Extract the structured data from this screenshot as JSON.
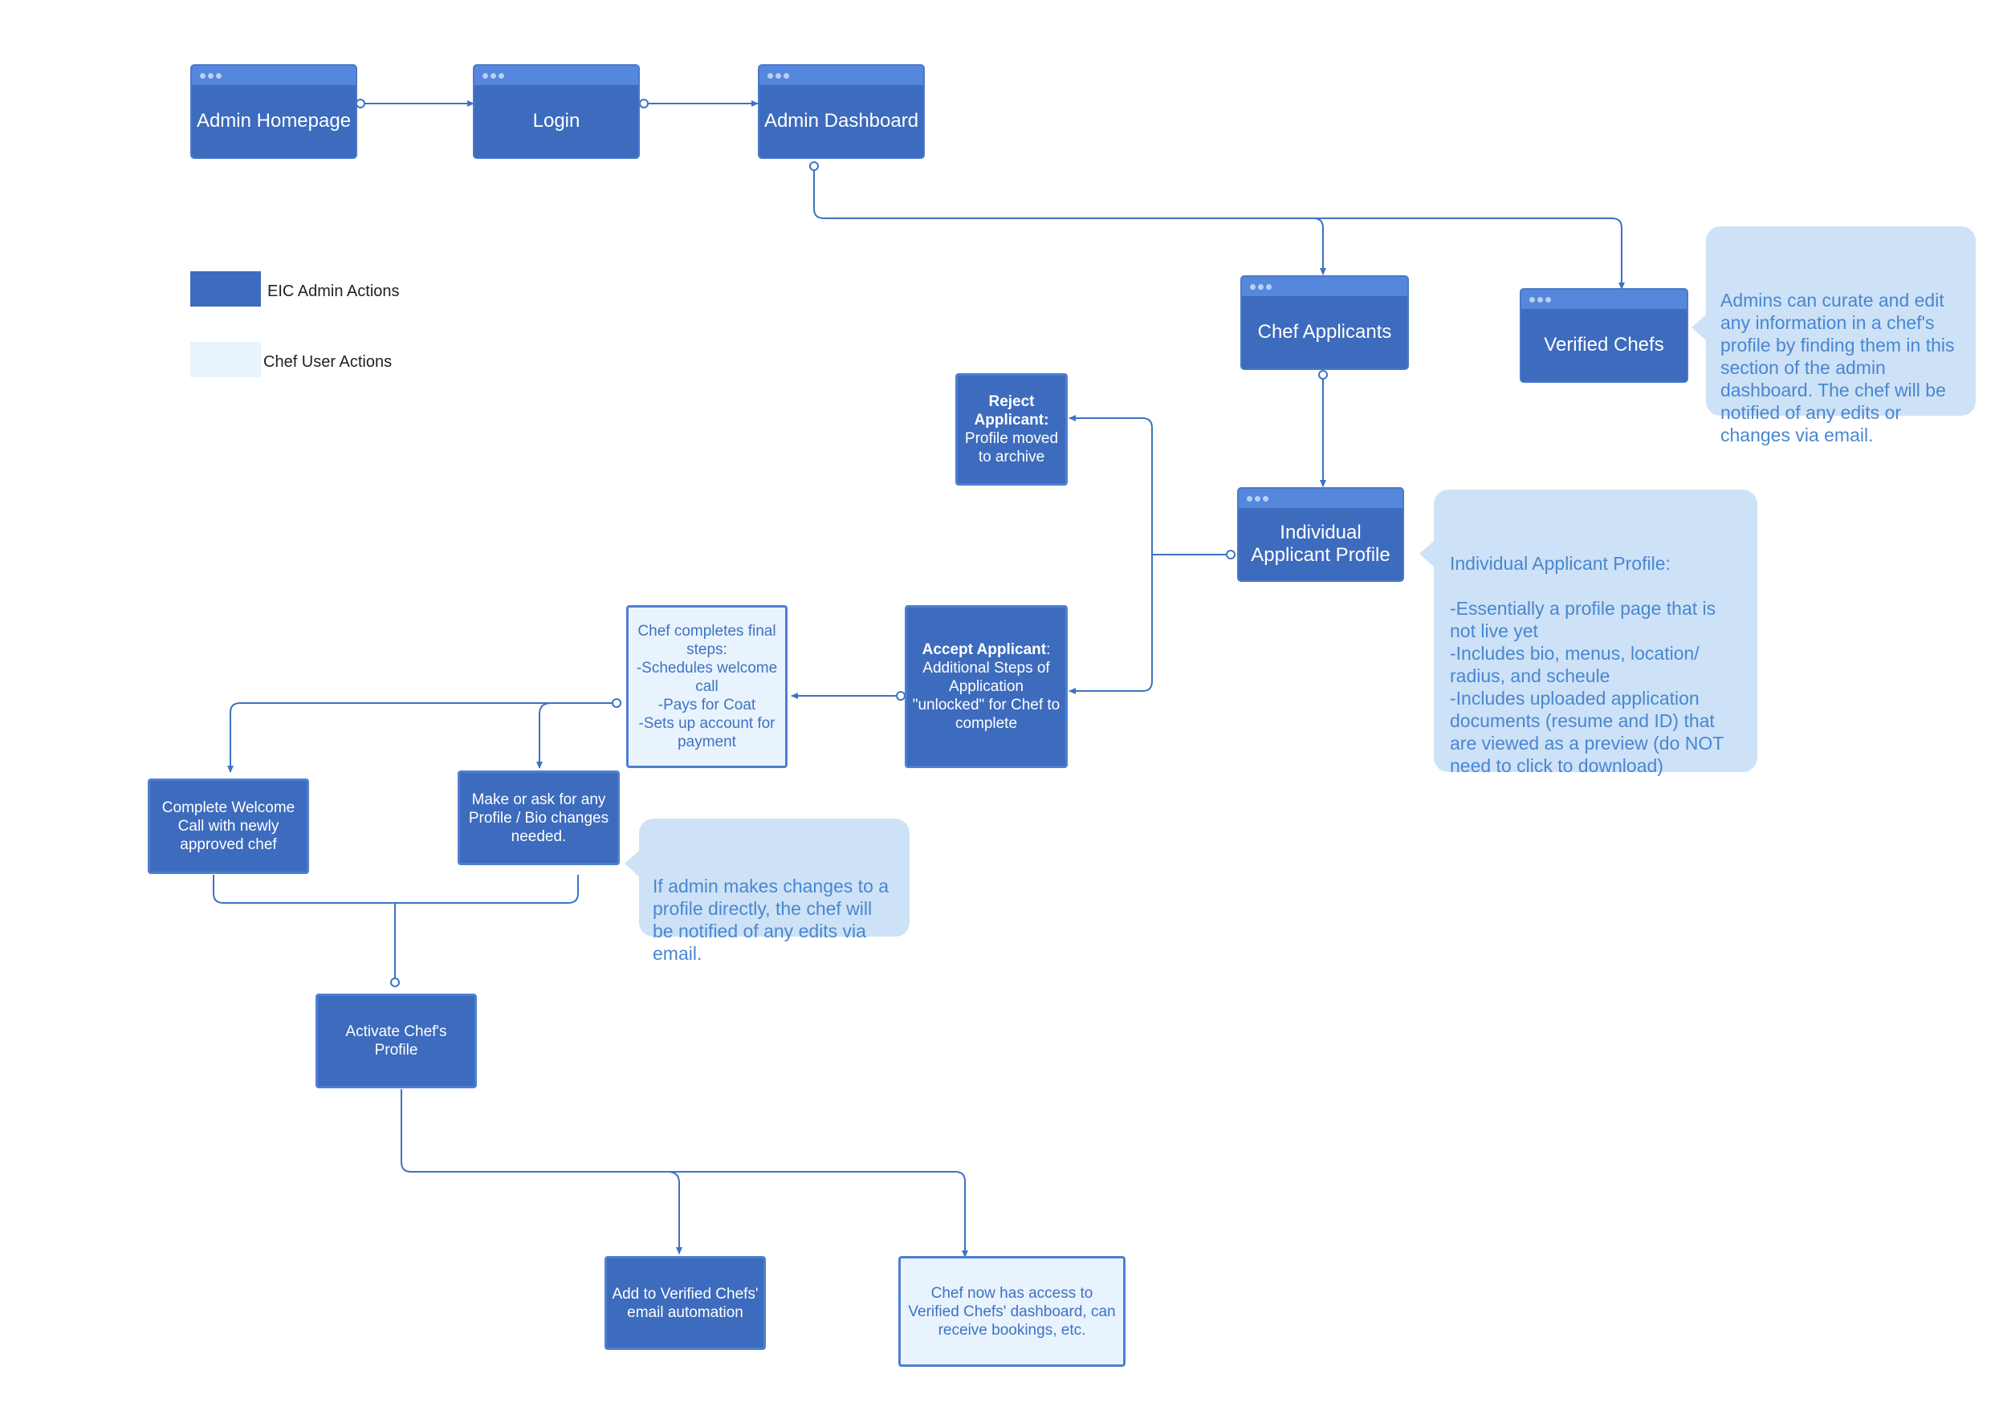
{
  "nodes": {
    "admin_homepage": "Admin Homepage",
    "login": "Login",
    "admin_dashboard": "Admin Dashboard",
    "chef_applicants": "Chef Applicants",
    "verified_chefs": "Verified Chefs",
    "individual_applicant_profile": "Individual Applicant Profile",
    "reject_title": "Reject Applicant:",
    "reject_body": "Profile moved to archive",
    "accept_title": "Accept Applicant",
    "accept_body": "Additional Steps of Application \"unlocked\" for Chef to complete",
    "chef_final_steps": "Chef completes final steps:\n-Schedules welcome call\n-Pays for Coat\n-Sets up account for payment",
    "welcome_call": "Complete Welcome Call with newly approved chef",
    "profile_changes": "Make or ask for any Profile / Bio changes needed.",
    "activate_profile": "Activate Chef's Profile",
    "email_automation": "Add to Verified Chefs' email automation",
    "chef_access": "Chef now has access to Verified Chefs' dashboard, can receive bookings, etc."
  },
  "notes": {
    "verified_chefs_note": "Admins can curate and edit any information in a chef's profile by finding them in this section of the admin dashboard. The chef will be notified of any edits or changes via email.",
    "applicant_profile_note": "Individual Applicant Profile:\n\n-Essentially a profile page that is not live yet\n-Includes bio, menus, location/ radius, and scheule\n-Includes uploaded application documents (resume and ID) that are viewed as a preview (do NOT need to click to download)",
    "admin_edit_note": "If admin makes changes to a profile directly, the chef will be notified of any edits via email."
  },
  "legend": {
    "admin_label": "EIC Admin Actions",
    "chef_label": "Chef User Actions",
    "admin_color": "#3d6bbd",
    "chef_color": "#e9f3fd"
  },
  "colors": {
    "node_fill": "#3d6bbd",
    "line": "#3d73c2",
    "note_fill": "#cde2f7",
    "note_text": "#4a86d0"
  }
}
